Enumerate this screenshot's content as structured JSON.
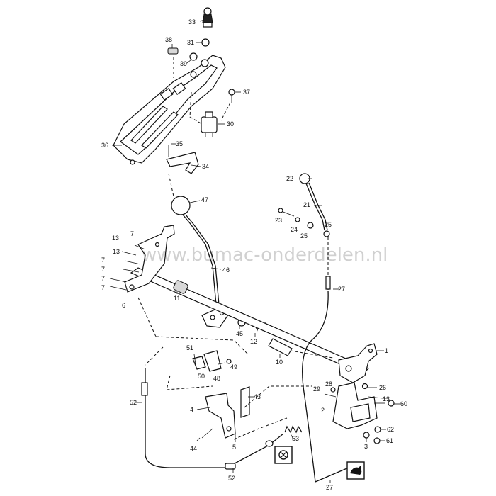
{
  "watermark": "www.bumac-onderdelen.nl",
  "part_numbers": {
    "p1": "1",
    "p2": "2",
    "p3": "3",
    "p4": "4",
    "p5": "5",
    "p6": "6",
    "p7a": "7",
    "p7b": "7",
    "p7c": "7",
    "p7d": "7",
    "p7e": "7",
    "p10": "10",
    "p11": "11",
    "p12": "12",
    "p13a": "13",
    "p13b": "13",
    "p21": "21",
    "p22": "22",
    "p23": "23",
    "p24": "24",
    "p25a": "25",
    "p25b": "25",
    "p26": "26",
    "p27a": "27",
    "p27b": "27",
    "p28": "28",
    "p29": "29",
    "p30": "30",
    "p31": "31",
    "p33": "33",
    "p34": "34",
    "p35": "35",
    "p36": "36",
    "p37": "37",
    "p38": "38",
    "p39": "39",
    "p43": "43",
    "p44": "44",
    "p45": "45",
    "p46": "46",
    "p47": "47",
    "p48": "48",
    "p49": "49",
    "p50": "50",
    "p51": "51",
    "p52a": "52",
    "p52b": "52",
    "p53": "53",
    "p60": "60",
    "p61": "61",
    "p62": "62"
  },
  "icons": {
    "blade_engage": "blade-icon",
    "speed_control": "rabbit-icon"
  }
}
